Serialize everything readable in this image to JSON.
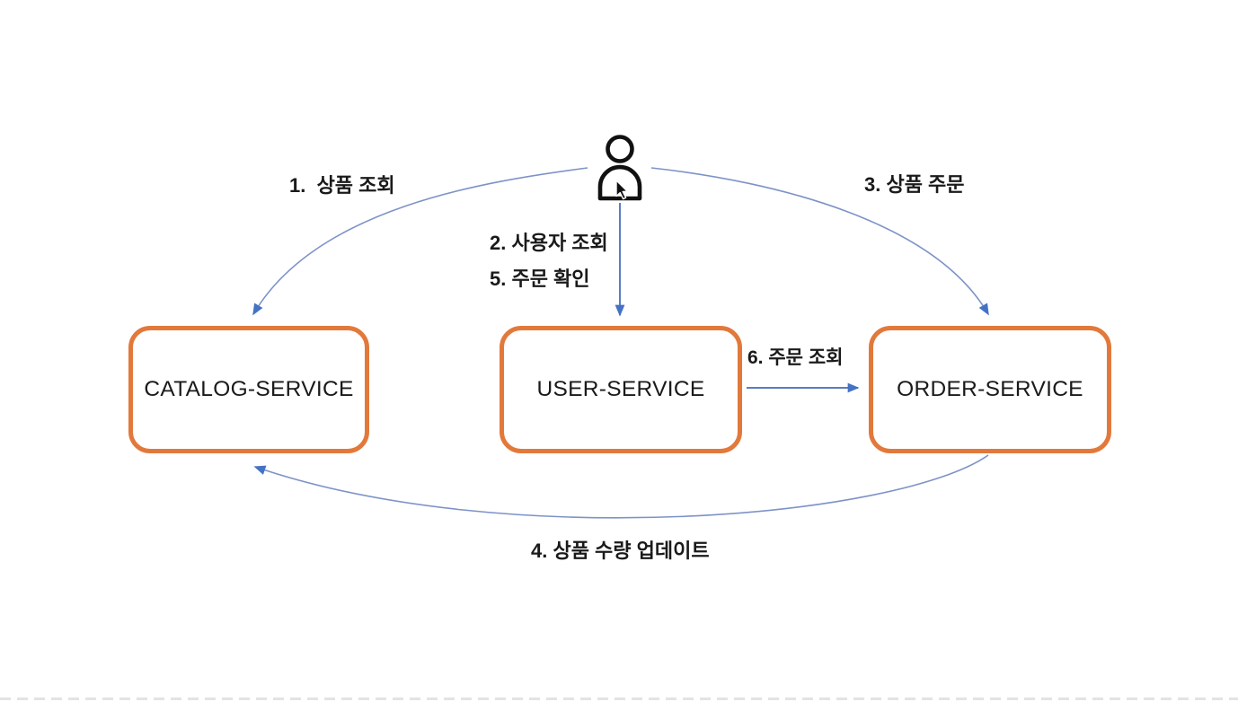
{
  "nodes": {
    "catalog": "CATALOG-SERVICE",
    "user": "USER-SERVICE",
    "order": "ORDER-SERVICE"
  },
  "edges": {
    "step1": "1.  상품 조회",
    "step2": "2. 사용자 조회",
    "step3": "3. 상품 주문",
    "step4": "4. 상품 수량 업데이트",
    "step5": "5. 주문 확인",
    "step6": "6. 주문 조회"
  },
  "colors": {
    "node_border": "#E2793B",
    "arrow_line": "#7D92C7",
    "arrow_strong": "#5B7CC4",
    "arrow_head": "#4472C4",
    "text": "#1A1A1A",
    "background": "#FFFFFF"
  }
}
